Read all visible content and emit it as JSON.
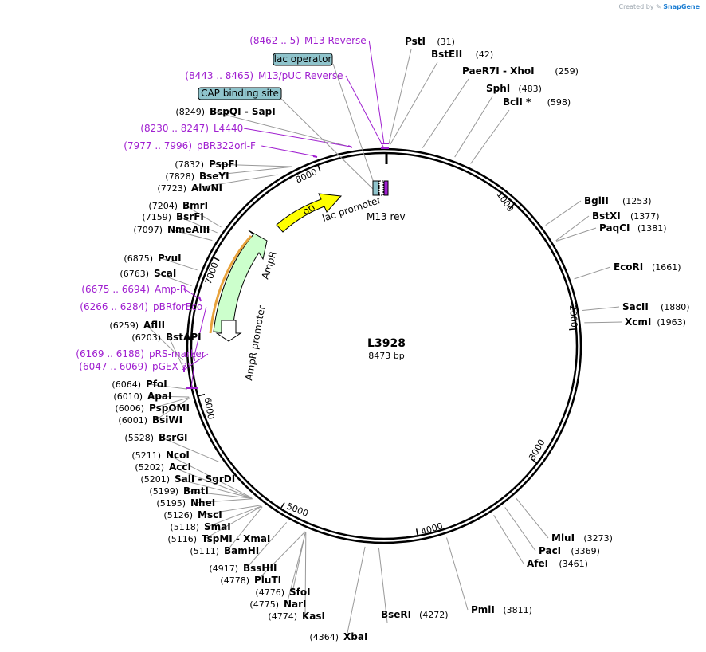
{
  "credit": {
    "prefix": "Created by",
    "brand": "SnapGene"
  },
  "plasmid": {
    "name": "L3928",
    "size_label": "8473 bp",
    "length": 8473
  },
  "ticks": [
    "1000",
    "2000",
    "3000",
    "4000",
    "5000",
    "6000",
    "7000",
    "8000"
  ],
  "sites": [
    {
      "name": "PstI",
      "pos": "(31)"
    },
    {
      "name": "BstEII",
      "pos": "(42)"
    },
    {
      "name": "PaeR7I",
      "name2": "XhoI",
      "pos": "(259)"
    },
    {
      "name": "SphI",
      "pos": "(483)"
    },
    {
      "name": "BclI *",
      "pos": "(598)"
    },
    {
      "name": "BglII",
      "pos": "(1253)"
    },
    {
      "name": "BstXI",
      "pos": "(1377)"
    },
    {
      "name": "PaqCI",
      "pos": "(1381)"
    },
    {
      "name": "EcoRI",
      "pos": "(1661)"
    },
    {
      "name": "SacII",
      "pos": "(1880)"
    },
    {
      "name": "XcmI",
      "pos": "(1963)"
    },
    {
      "name": "MluI",
      "pos": "(3273)"
    },
    {
      "name": "PacI",
      "pos": "(3369)"
    },
    {
      "name": "AfeI",
      "pos": "(3461)"
    },
    {
      "name": "PmlI",
      "pos": "(3811)"
    },
    {
      "name": "BseRI",
      "pos": "(4272)"
    },
    {
      "name": "XbaI",
      "pos": "(4364)"
    },
    {
      "name": "KasI",
      "pos": "(4774)"
    },
    {
      "name": "NarI",
      "pos": "(4775)"
    },
    {
      "name": "SfoI",
      "pos": "(4776)"
    },
    {
      "name": "PluTI",
      "pos": "(4778)"
    },
    {
      "name": "BssHII",
      "pos": "(4917)"
    },
    {
      "name": "BamHI",
      "pos": "(5111)"
    },
    {
      "name": "TspMI",
      "name2": "XmaI",
      "pos": "(5116)"
    },
    {
      "name": "SmaI",
      "pos": "(5118)"
    },
    {
      "name": "MscI",
      "pos": "(5126)"
    },
    {
      "name": "NheI",
      "pos": "(5195)"
    },
    {
      "name": "BmtI",
      "pos": "(5199)"
    },
    {
      "name": "SalI",
      "name2": "SgrDI",
      "pos": "(5201)"
    },
    {
      "name": "AccI",
      "pos": "(5202)"
    },
    {
      "name": "NcoI",
      "pos": "(5211)"
    },
    {
      "name": "BsrGI",
      "pos": "(5528)"
    },
    {
      "name": "BsiWI",
      "pos": "(6001)"
    },
    {
      "name": "PspOMI",
      "pos": "(6006)"
    },
    {
      "name": "ApaI",
      "pos": "(6010)"
    },
    {
      "name": "PfoI",
      "pos": "(6064)"
    },
    {
      "name": "BstAPI",
      "pos": "(6203)"
    },
    {
      "name": "AflII",
      "pos": "(6259)"
    },
    {
      "name": "ScaI",
      "pos": "(6763)"
    },
    {
      "name": "PvuI",
      "pos": "(6875)"
    },
    {
      "name": "NmeAIII",
      "pos": "(7097)"
    },
    {
      "name": "BsrFI",
      "pos": "(7159)"
    },
    {
      "name": "BmrI",
      "pos": "(7204)"
    },
    {
      "name": "AlwNI",
      "pos": "(7723)"
    },
    {
      "name": "BseYI",
      "pos": "(7828)"
    },
    {
      "name": "PspFI",
      "pos": "(7832)"
    },
    {
      "name": "BspQI",
      "name2": "SapI",
      "pos": "(8249)"
    }
  ],
  "primers": [
    {
      "range": "(8462 .. 5)",
      "name": "M13 Reverse"
    },
    {
      "range": "(8443 .. 8465)",
      "name": "M13/pUC Reverse"
    },
    {
      "range": "(8230 .. 8247)",
      "name": "L4440"
    },
    {
      "range": "(7977 .. 7996)",
      "name": "pBR322ori-F"
    },
    {
      "range": "(6675 .. 6694)",
      "name": "Amp-R"
    },
    {
      "range": "(6266 .. 6284)",
      "name": "pBRforEco"
    },
    {
      "range": "(6169 .. 6188)",
      "name": "pRS-marker"
    },
    {
      "range": "(6047 .. 6069)",
      "name": "pGEX 3'"
    }
  ],
  "boxed_features": [
    "lac operator",
    "CAP binding site"
  ],
  "features": [
    "ori",
    "lac promoter",
    "M13 rev",
    "AmpR",
    "AmpR promoter"
  ],
  "colors": {
    "primer": "#a020d0",
    "ori": "#ffff00",
    "ampr": "#ccffcc",
    "ampr_promoter": "#ffffff",
    "lac_box": "#8fc4cc",
    "backbone": "#000000"
  }
}
